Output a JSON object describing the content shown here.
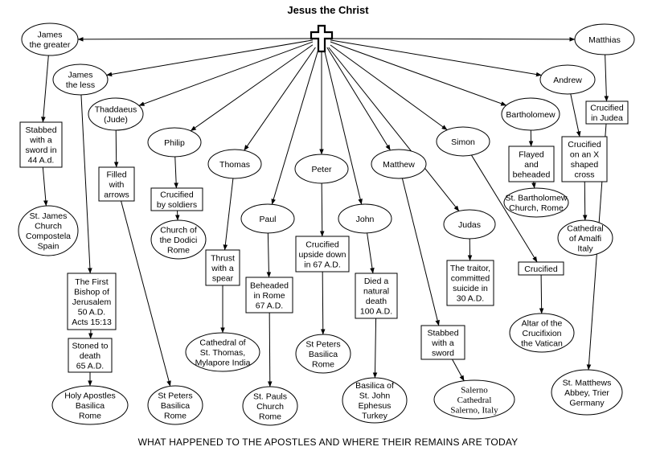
{
  "title": "Jesus the Christ",
  "footer": "WHAT HAPPENED TO THE APOSTLES AND WHERE THEIR REMAINS ARE TODAY",
  "nodes": {
    "james_greater": "James\nthe greater",
    "james_less": "James\nthe less",
    "thaddaeus": "Thaddaeus\n(Jude)",
    "philip": "Philip",
    "thomas": "Thomas",
    "paul": "Paul",
    "peter": "Peter",
    "john": "John",
    "matthew": "Matthew",
    "simon": "Simon",
    "judas": "Judas",
    "bartholomew": "Bartholomew",
    "andrew": "Andrew",
    "matthias": "Matthias",
    "jg_fate": "Stabbed\nwith a\nsword in\n44 A.d.",
    "jg_remains": "St. James\nChurch\nCompostela\nSpain",
    "jl_bishop": "The First\nBishop of\nJerusalem\n50 A.D.\nActs 15:13",
    "jl_fate": "Stoned to\ndeath\n65 A.D.",
    "jl_remains": "Holy Apostles\nBasilica\nRome",
    "th_fate": "Filled\nwith\narrows",
    "th_remains": "St Peters\nBasilica\nRome",
    "ph_fate": "Crucified\nby soldiers",
    "ph_remains": "Church of\nthe Dodici\nRome",
    "tm_fate": "Thrust\nwith a\nspear",
    "tm_remains": "Cathedral of\nSt. Thomas,\nMylapore India",
    "pa_fate": "Beheaded\nin Rome\n67 A.D.",
    "pa_remains": "St. Pauls\nChurch\nRome",
    "pe_fate": "Crucified\nupside down\nin 67 A.D.",
    "pe_remains": "St Peters\nBasilica\nRome",
    "jo_fate": "Died a\nnatural\ndeath\n100 A.D.",
    "jo_remains": "Basilica of\nSt. John\nEphesus\nTurkey",
    "mt_fate": "Stabbed\nwith a\nsword",
    "mt_remains": "Salerno\nCathedral\nSalerno, Italy",
    "ju_fate": "The traitor,\ncommitted\nsuicide in\n30 A.D.",
    "si_fate": "Crucified",
    "si_remains": "Altar of the\nCrucifixion\nthe Vatican",
    "ba_fate": "Flayed\nand\nbeheaded",
    "ba_remains": "St. Bartholomew\nChurch, Rome",
    "an_fate": "Crucified\non an X\nshaped\ncross",
    "an_remains": "Cathedral\nof Amalfi\nItaly",
    "ms_fate": "Crucified\nin Judea",
    "ms_remains": "St. Matthews\nAbbey, Trier\nGermany"
  }
}
